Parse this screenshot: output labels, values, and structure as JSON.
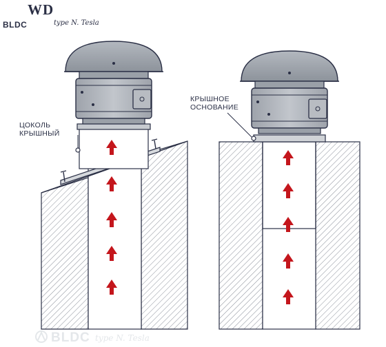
{
  "brand": {
    "logo_text": "WD",
    "series": "BLDC",
    "signature": "type N. Tesla"
  },
  "labels": {
    "left_line1": "ЦОКОЛЬ",
    "left_line2": "КРЫШНЫЙ",
    "right_line1": "КРЫШНОЕ",
    "right_line2": "ОСНОВАНИЕ"
  },
  "watermark": {
    "series": "BLDC",
    "signature": "type N. Tesla"
  },
  "colors": {
    "outline": "#2a2f45",
    "hatch": "#8a8f99",
    "fan_body": "#aeb3ba",
    "fan_cap": "#9aa0a8",
    "arrow": "#c4161c",
    "watermark": "#e4e7ea"
  }
}
